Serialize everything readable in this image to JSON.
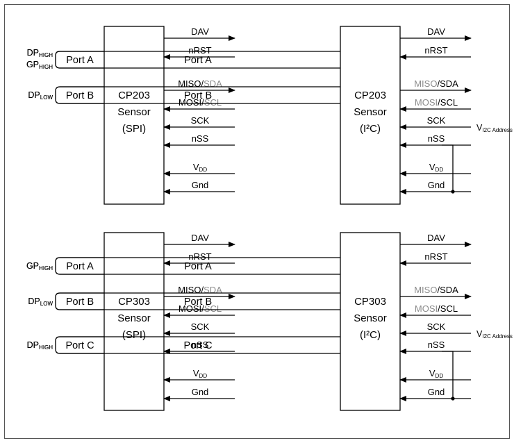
{
  "panels": [
    {
      "sensor_lines": [
        "CP203",
        "Sensor",
        "(SPI)"
      ],
      "ports": [
        {
          "label": "Port A",
          "ext": [
            {
              "base": "DP",
              "sub": "HIGH"
            },
            {
              "base": "GP",
              "sub": "HIGH"
            }
          ]
        },
        {
          "label": "Port B",
          "ext": [
            {
              "base": "DP",
              "sub": "LOW"
            }
          ]
        }
      ],
      "signals": [
        {
          "label": "DAV",
          "dir": "out"
        },
        {
          "label": "nRST",
          "dir": "in"
        },
        {
          "parts": [
            {
              "t": "MISO",
              "dim": false
            },
            {
              "t": "/",
              "dim": false
            },
            {
              "t": "SDA",
              "dim": true
            }
          ],
          "dir": "out"
        },
        {
          "parts": [
            {
              "t": "MOSI",
              "dim": false
            },
            {
              "t": "/",
              "dim": false
            },
            {
              "t": "SCL",
              "dim": true
            }
          ],
          "dir": "in"
        },
        {
          "label": "SCK",
          "dir": "in"
        },
        {
          "label": "nSS",
          "dir": "in"
        },
        {
          "base": "V",
          "sub": "DD",
          "dir": "in"
        },
        {
          "label": "Gnd",
          "dir": "in"
        }
      ]
    },
    {
      "sensor_lines": [
        "CP203",
        "Sensor",
        "(I²C)"
      ],
      "ports": [
        {
          "label": "Port A",
          "ext": [
            {
              "base": "DP",
              "sub": "HIGH"
            },
            {
              "base": "GP",
              "sub": "HIGH"
            }
          ]
        },
        {
          "label": "Port B",
          "ext": [
            {
              "base": "DP",
              "sub": "LOW"
            }
          ]
        }
      ],
      "signals": [
        {
          "label": "DAV",
          "dir": "out"
        },
        {
          "label": "nRST",
          "dir": "in"
        },
        {
          "parts": [
            {
              "t": "MISO",
              "dim": true
            },
            {
              "t": "/",
              "dim": false
            },
            {
              "t": "SDA",
              "dim": false
            }
          ],
          "dir": "out"
        },
        {
          "parts": [
            {
              "t": "MOSI",
              "dim": true
            },
            {
              "t": "/",
              "dim": false
            },
            {
              "t": "SCL",
              "dim": false
            }
          ],
          "dir": "in"
        },
        {
          "label": "SCK",
          "dir": "in",
          "ext": {
            "base": "V",
            "sub": "I2C Address"
          }
        },
        {
          "label": "nSS",
          "dir": "in"
        },
        {
          "base": "V",
          "sub": "DD",
          "dir": "in"
        },
        {
          "label": "Gnd",
          "dir": "in"
        }
      ],
      "nss_tied_to_gnd": true
    },
    {
      "sensor_lines": [
        "CP303",
        "Sensor",
        "(SPI)"
      ],
      "ports": [
        {
          "label": "Port A",
          "ext": [
            {
              "base": "GP",
              "sub": "HIGH"
            }
          ]
        },
        {
          "label": "Port B",
          "ext": [
            {
              "base": "DP",
              "sub": "LOW"
            }
          ]
        },
        {
          "label": "Port C",
          "ext": [
            {
              "base": "DP",
              "sub": "HIGH"
            }
          ]
        }
      ],
      "signals": [
        {
          "label": "DAV",
          "dir": "out"
        },
        {
          "label": "nRST",
          "dir": "in"
        },
        {
          "parts": [
            {
              "t": "MISO",
              "dim": false
            },
            {
              "t": "/",
              "dim": false
            },
            {
              "t": "SDA",
              "dim": true
            }
          ],
          "dir": "out"
        },
        {
          "parts": [
            {
              "t": "MOSI",
              "dim": false
            },
            {
              "t": "/",
              "dim": false
            },
            {
              "t": "SCL",
              "dim": true
            }
          ],
          "dir": "in"
        },
        {
          "label": "SCK",
          "dir": "in"
        },
        {
          "label": "nSS",
          "dir": "in"
        },
        {
          "base": "V",
          "sub": "DD",
          "dir": "in"
        },
        {
          "label": "Gnd",
          "dir": "in"
        }
      ]
    },
    {
      "sensor_lines": [
        "CP303",
        "Sensor",
        "(I²C)"
      ],
      "ports": [
        {
          "label": "Port A",
          "ext": [
            {
              "base": "GP",
              "sub": "HIGH"
            }
          ]
        },
        {
          "label": "Port B",
          "ext": [
            {
              "base": "DP",
              "sub": "LOW"
            }
          ]
        },
        {
          "label": "Port C",
          "ext": [
            {
              "base": "DP",
              "sub": "HIGH"
            }
          ]
        }
      ],
      "signals": [
        {
          "label": "DAV",
          "dir": "out"
        },
        {
          "label": "nRST",
          "dir": "in"
        },
        {
          "parts": [
            {
              "t": "MISO",
              "dim": true
            },
            {
              "t": "/",
              "dim": false
            },
            {
              "t": "SDA",
              "dim": false
            }
          ],
          "dir": "out"
        },
        {
          "parts": [
            {
              "t": "MOSI",
              "dim": true
            },
            {
              "t": "/",
              "dim": false
            },
            {
              "t": "SCL",
              "dim": false
            }
          ],
          "dir": "in"
        },
        {
          "label": "SCK",
          "dir": "in",
          "ext": {
            "base": "V",
            "sub": "I2C Address"
          }
        },
        {
          "label": "nSS",
          "dir": "in"
        },
        {
          "base": "V",
          "sub": "DD",
          "dir": "in"
        },
        {
          "label": "Gnd",
          "dir": "in"
        }
      ],
      "nss_tied_to_gnd": true
    }
  ],
  "colors": {
    "line": "#000000",
    "dim_text": "#8c8c8c",
    "frame": "#555555"
  }
}
